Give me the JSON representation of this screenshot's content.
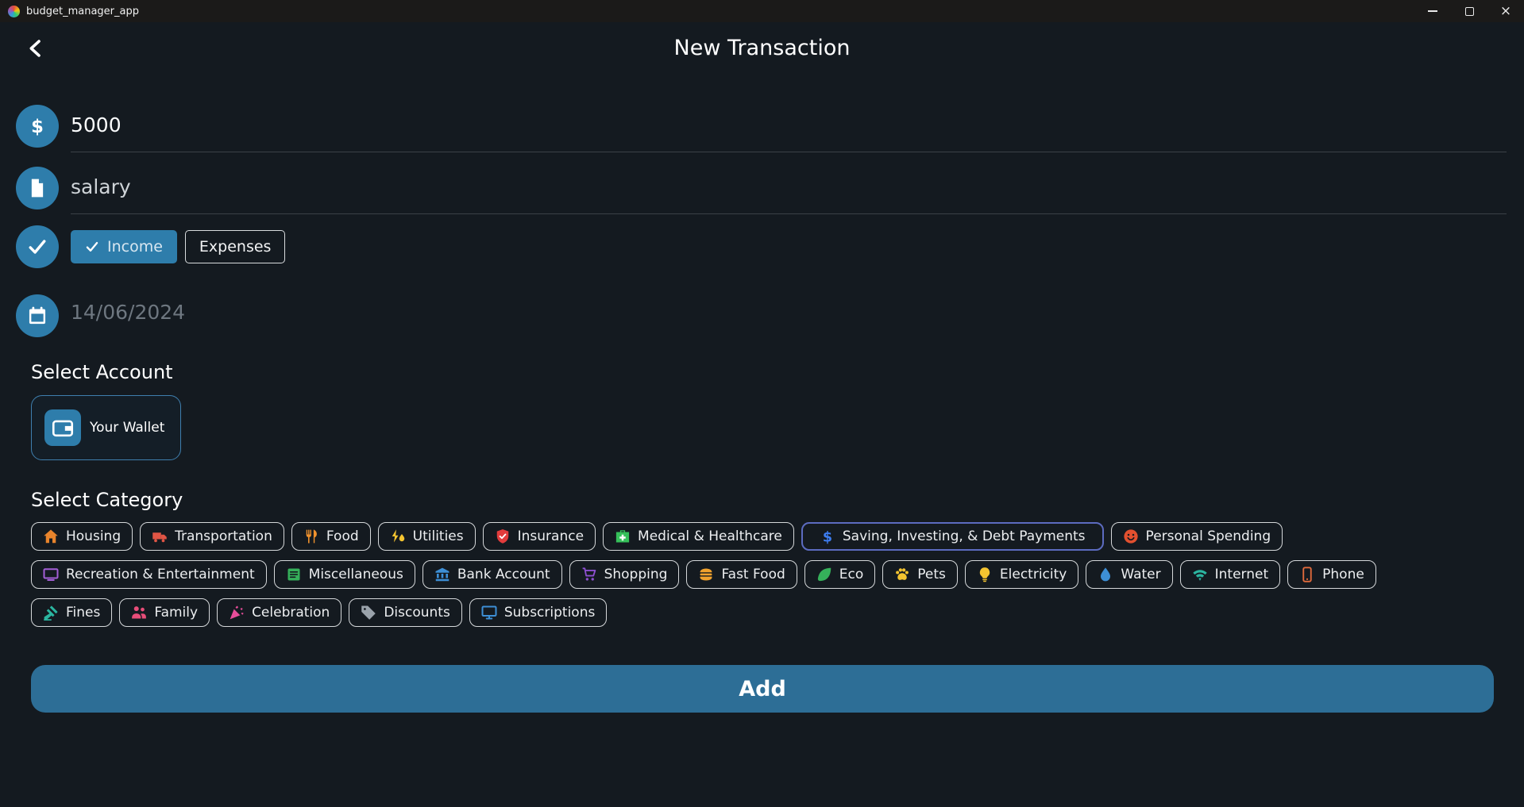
{
  "window": {
    "title": "budget_manager_app"
  },
  "header": {
    "title": "New Transaction"
  },
  "form": {
    "amount": {
      "value": "5000",
      "icon": "dollar"
    },
    "description": {
      "value": "salary",
      "icon": "document"
    },
    "type": {
      "icon": "check",
      "options": [
        {
          "label": "Income",
          "selected": true
        },
        {
          "label": "Expenses",
          "selected": false
        }
      ]
    },
    "date": {
      "placeholder": "14/06/2024",
      "icon": "calendar"
    },
    "account_section": {
      "label": "Select Account",
      "accounts": [
        {
          "name": "Your Wallet",
          "icon": "wallet",
          "selected": true
        }
      ]
    },
    "category_section": {
      "label": "Select Category",
      "selected_category": "Saving, Investing, & Debt Payments",
      "categories": [
        {
          "label": "Housing",
          "icon": "house",
          "color": "#e8842c"
        },
        {
          "label": "Transportation",
          "icon": "truck",
          "color": "#e05545"
        },
        {
          "label": "Food",
          "icon": "utensils",
          "color": "#f0922d"
        },
        {
          "label": "Utilities",
          "icon": "utilities",
          "color": "#f4c430"
        },
        {
          "label": "Insurance",
          "icon": "shield",
          "color": "#e23c3c"
        },
        {
          "label": "Medical & Healthcare",
          "icon": "medical-kit",
          "color": "#35c05a"
        },
        {
          "label": "Saving, Investing, & Debt Payments",
          "icon": "dollar",
          "color": "#3d7df0",
          "selected": true
        },
        {
          "label": "Personal Spending",
          "icon": "face",
          "color": "#e2502f"
        },
        {
          "label": "Recreation & Entertainment",
          "icon": "tv",
          "color": "#a35fd6"
        },
        {
          "label": "Miscellaneous",
          "icon": "list",
          "color": "#35b05a"
        },
        {
          "label": "Bank Account",
          "icon": "bank",
          "color": "#3d8fd6"
        },
        {
          "label": "Shopping",
          "icon": "cart",
          "color": "#8d4fd0"
        },
        {
          "label": "Fast Food",
          "icon": "burger",
          "color": "#f0a12d"
        },
        {
          "label": "Eco",
          "icon": "leaf",
          "color": "#35b05a"
        },
        {
          "label": "Pets",
          "icon": "paw",
          "color": "#f4c430"
        },
        {
          "label": "Electricity",
          "icon": "bulb",
          "color": "#f4c430"
        },
        {
          "label": "Water",
          "icon": "droplet",
          "color": "#3d8fd6"
        },
        {
          "label": "Internet",
          "icon": "wifi",
          "color": "#2bb5a0"
        },
        {
          "label": "Phone",
          "icon": "phone",
          "color": "#e06a3c"
        },
        {
          "label": "Fines",
          "icon": "gavel",
          "color": "#2bb5a0"
        },
        {
          "label": "Family",
          "icon": "people",
          "color": "#e84d79"
        },
        {
          "label": "Celebration",
          "icon": "party",
          "color": "#e84d9a"
        },
        {
          "label": "Discounts",
          "icon": "tags",
          "color": "#9aa3ab"
        },
        {
          "label": "Subscriptions",
          "icon": "monitor",
          "color": "#3d8fd6"
        }
      ]
    },
    "submit_label": "Add"
  },
  "colors": {
    "accent": "#2e7dab",
    "background": "#141a20",
    "selected_category_border": "#5c6bc0",
    "add_button": "#2d6e96"
  }
}
